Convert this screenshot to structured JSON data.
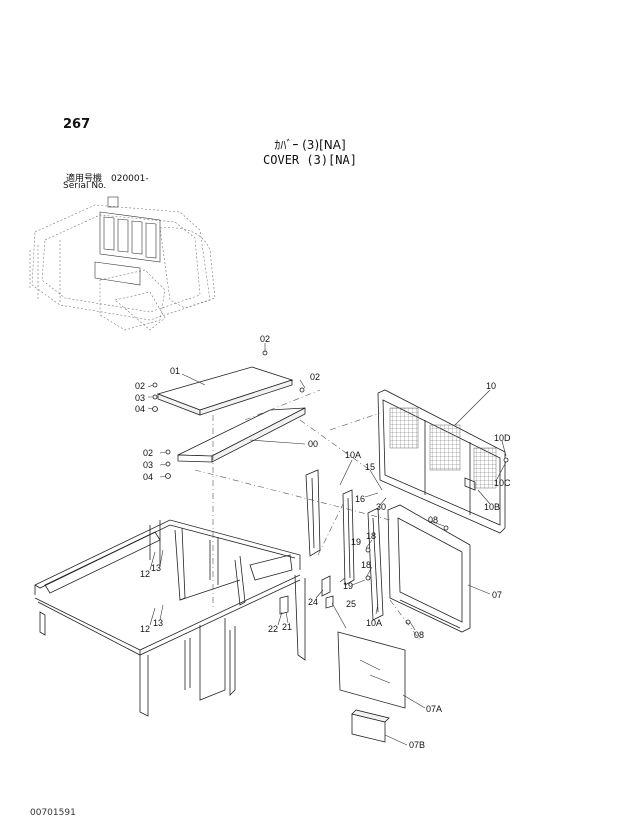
{
  "header": {
    "page_number": "267",
    "title_jp": "ｶﾊﾞｰ (3)[NA]",
    "title_en": "COVER (3)[NA]",
    "serial_jp": "適用号機　020001-",
    "serial_en": "Serial No."
  },
  "footer": {
    "code": "00701591"
  },
  "callouts": {
    "c00": "00",
    "c01": "01",
    "c02a": "02",
    "c02b": "02",
    "c02c": "02",
    "c02d": "02",
    "c03a": "03",
    "c03b": "03",
    "c04a": "04",
    "c04b": "04",
    "c10": "10",
    "c10D": "10D",
    "c10C": "10C",
    "c10B": "10B",
    "c10Aa": "10A",
    "c10Ab": "10A",
    "c15": "15",
    "c16": "16",
    "c30": "30",
    "c08a": "08",
    "c08b": "08",
    "c07": "07",
    "c07A": "07A",
    "c07B": "07B",
    "c18a": "18",
    "c18b": "18",
    "c19a": "19",
    "c19b": "19",
    "c12a": "12",
    "c12b": "12",
    "c13a": "13",
    "c13b": "13",
    "c22": "22",
    "c21": "21",
    "c24": "24",
    "c25": "25"
  }
}
